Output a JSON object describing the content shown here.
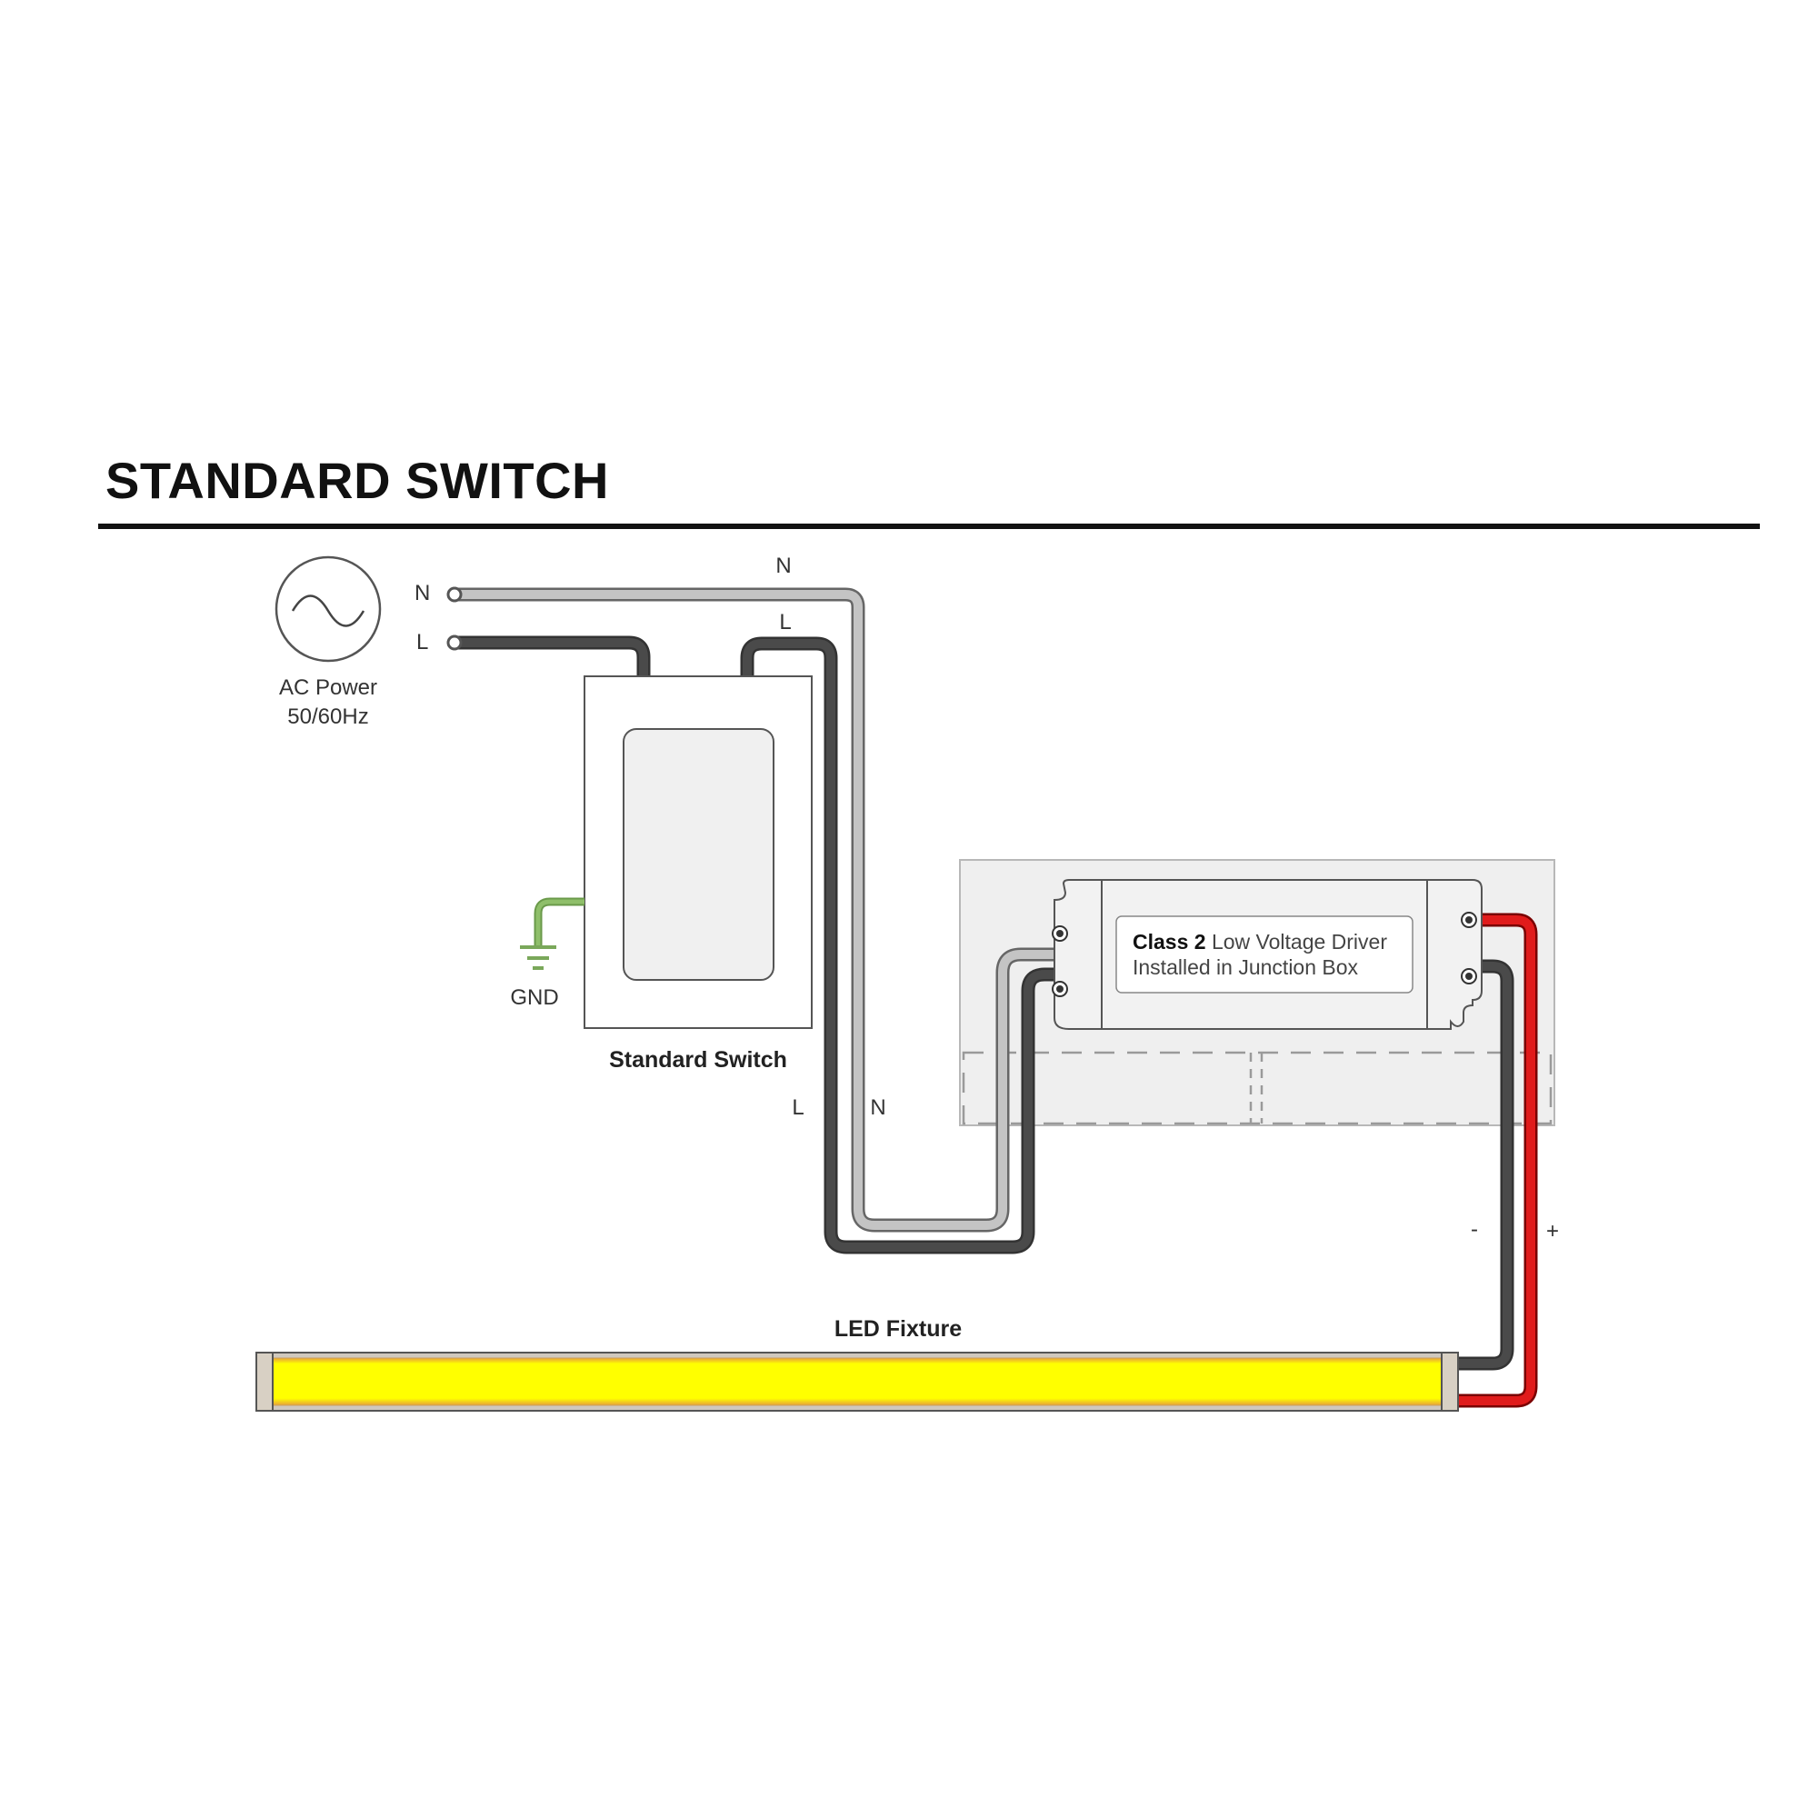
{
  "title": "STANDARD SWITCH",
  "labels": {
    "ac_power_line1": "AC Power",
    "ac_power_line2": "50/60Hz",
    "terminal_n": "N",
    "terminal_l": "L",
    "wire_top_n": "N",
    "wire_top_l": "L",
    "wire_bottom_l": "L",
    "wire_bottom_n": "N",
    "gnd": "GND",
    "standard_switch": "Standard Switch",
    "driver_class": "Class 2",
    "driver_line1_rest": " Low Voltage Driver",
    "driver_line2": "Installed in Junction Box",
    "minus": "-",
    "plus": "+",
    "led_fixture": "LED Fixture"
  },
  "colors": {
    "neutral_wire": "#c4c4c4",
    "line_wire": "#4a4a4a",
    "positive_wire": "#e01b1b",
    "ground_wire": "#8fbf6a",
    "led_glow": "#ffff00",
    "led_edge": "#e8a03a",
    "junction_box": "#efefef"
  },
  "icons": {
    "ac_source": "sine-wave-icon",
    "ground": "ground-symbol-icon"
  }
}
